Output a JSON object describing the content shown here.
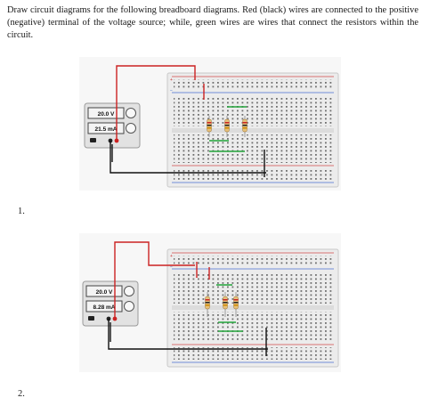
{
  "instructions": "Draw circuit diagrams for the following breadboard diagrams. Red (black) wires are connected to the positive (negative) terminal of the voltage source; while, green wires are wires that connect the resistors within the circuit.",
  "colors": {
    "red_wire": "#cc2222",
    "black_wire": "#111111",
    "green_wire": "#22a33a",
    "breadboard": "#efefef",
    "psu_body": "#e2e2e2",
    "rail_red": "#d24a4a",
    "rail_blue": "#4a6fd2"
  },
  "problems": [
    {
      "number": "1.",
      "psu": {
        "voltage": "20.0 V",
        "current": "21.5 mA"
      },
      "rail_labels": {
        "plus": "+",
        "minus": "−"
      }
    },
    {
      "number": "2.",
      "psu": {
        "voltage": "20.0 V",
        "current": "8.28 mA"
      },
      "rail_labels": {
        "plus": "+",
        "minus": "−"
      }
    }
  ]
}
